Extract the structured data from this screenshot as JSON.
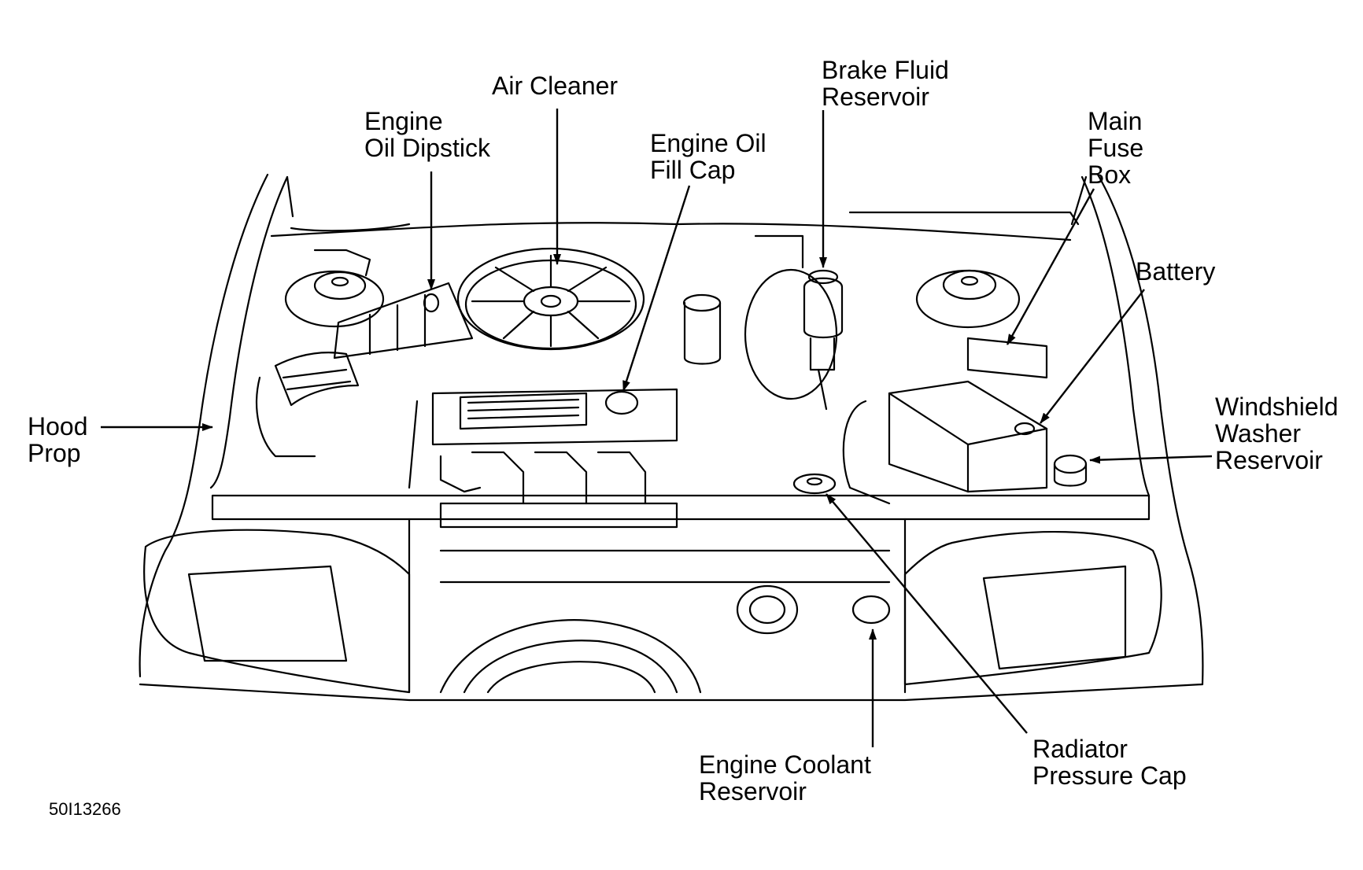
{
  "labels": {
    "air_cleaner": [
      "Air Cleaner"
    ],
    "brake_fluid": [
      "Brake Fluid",
      "Reservoir"
    ],
    "oil_dipstick": [
      "Engine",
      "Oil Dipstick"
    ],
    "oil_fill_cap": [
      "Engine Oil",
      "Fill Cap"
    ],
    "main_fuse_box": [
      "Main",
      "Fuse",
      "Box"
    ],
    "battery": [
      "Battery"
    ],
    "hood_prop": [
      "Hood",
      "Prop"
    ],
    "washer_reservoir": [
      "Windshield",
      "Washer",
      "Reservoir"
    ],
    "coolant_reservoir": [
      "Engine Coolant",
      "Reservoir"
    ],
    "radiator_cap": [
      "Radiator",
      "Pressure Cap"
    ]
  },
  "figure_code": "50I13266",
  "colors": {
    "ink": "#000000",
    "paper": "#ffffff"
  }
}
